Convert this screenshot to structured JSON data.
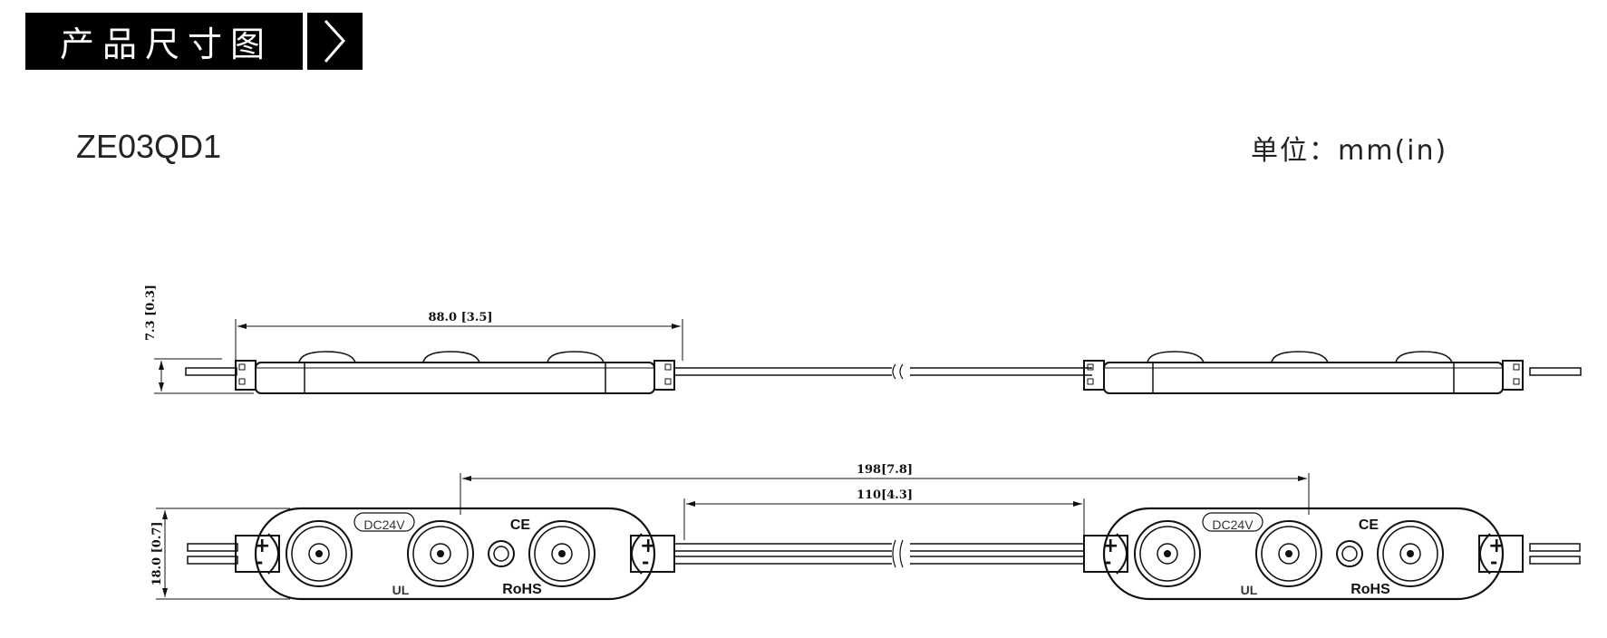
{
  "header": {
    "title": "产品尺寸图",
    "arrow_icon": "chevron-right-icon"
  },
  "model": "ZE03QD1",
  "unit_label": "单位：mm(in)",
  "dimensions": {
    "side_length": "88.0 [3.5]",
    "side_height": "7.3 [0.3]",
    "top_pitch": "198[7.8]",
    "top_gap": "110[4.3]",
    "top_width": "18.0 [0.7]"
  },
  "module_labels": {
    "voltage": "DC24V",
    "ce": "CE",
    "rohs": "RoHS",
    "ul": "UL"
  },
  "colors": {
    "header_bg": "#000000",
    "line": "#111111"
  }
}
